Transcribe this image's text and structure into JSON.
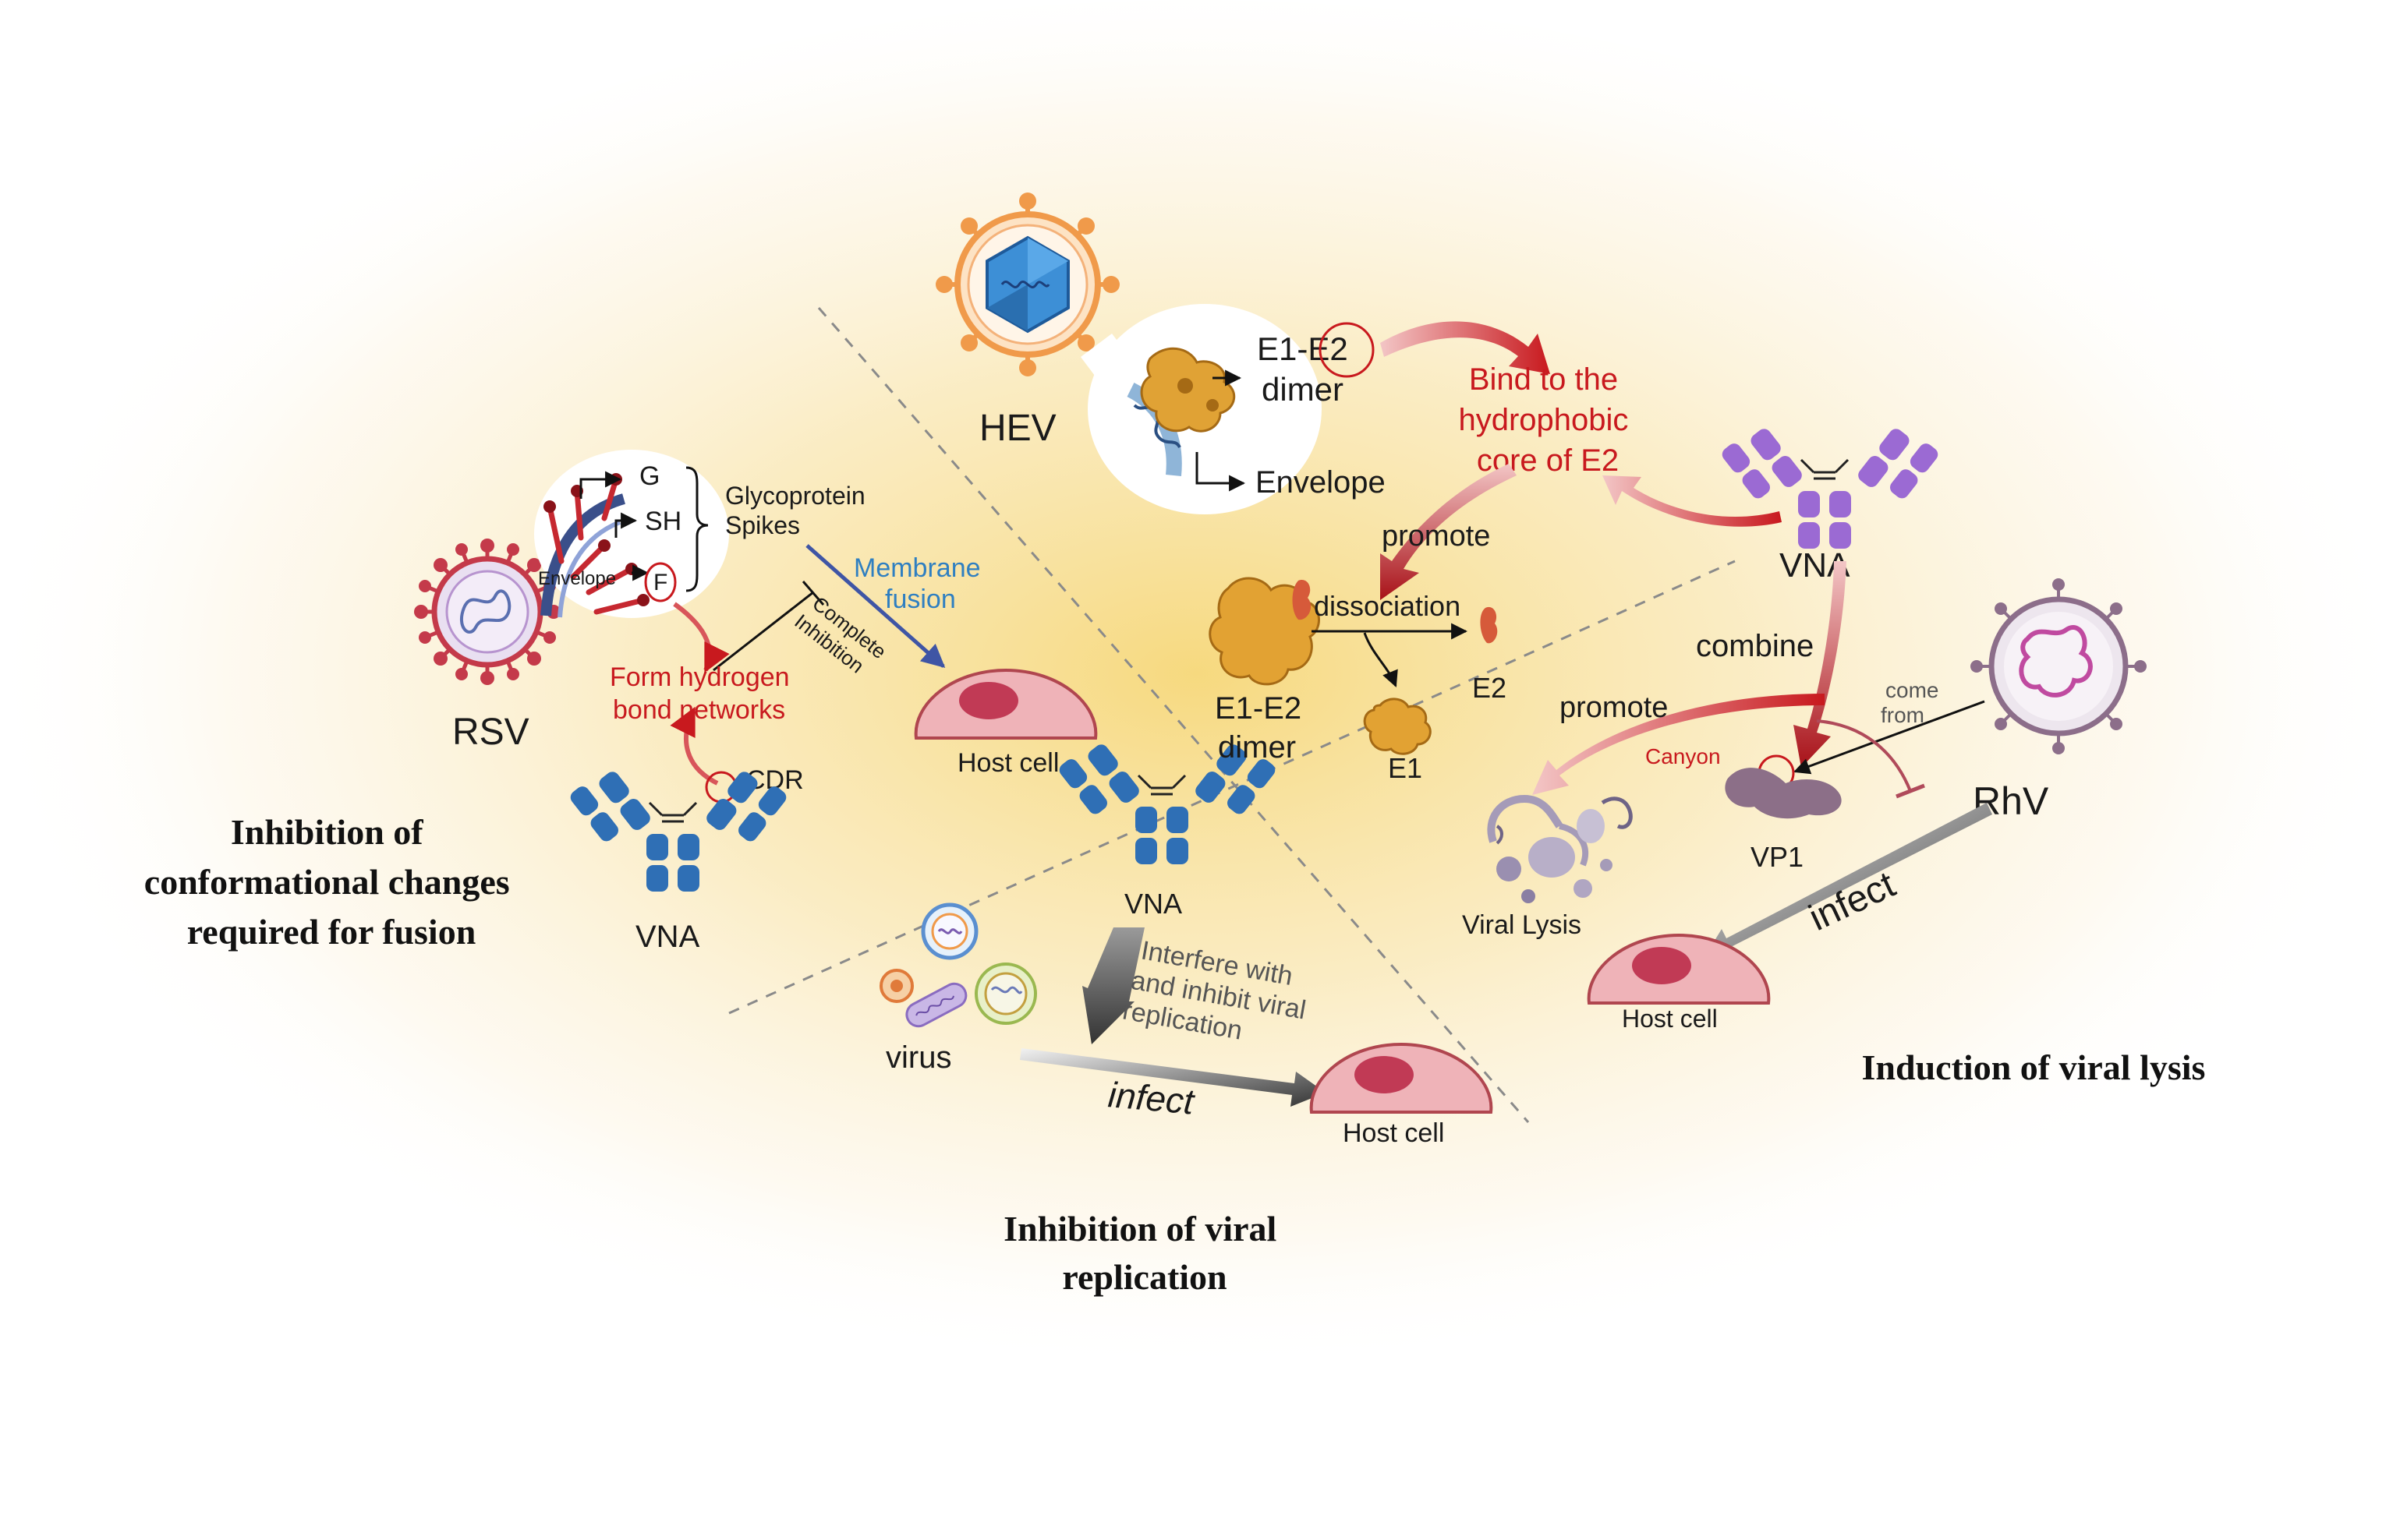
{
  "sections": {
    "fusion": {
      "title_lines": [
        "Inhibition of",
        "conformational changes",
        "required for fusion"
      ],
      "virus_label": "RSV",
      "proteins": {
        "g": "G",
        "sh": "SH",
        "f": "F",
        "envelope": "Envelope"
      },
      "glycoprotein_lines": [
        "Glycoprotein",
        "Spikes"
      ],
      "membrane_fusion_lines": [
        "Membrane",
        "fusion"
      ],
      "complete_inhibition_lines": [
        "Complete",
        "Inhibition"
      ],
      "hydrogen_lines": [
        "Form hydrogen",
        "bond networks"
      ],
      "cdr": "CDR",
      "vna": "VNA",
      "host_cell": "Host cell"
    },
    "replication": {
      "title_lines": [
        "Inhibition of viral",
        "replication"
      ],
      "vna": "VNA",
      "interfere_lines": [
        "Interfere with",
        "and inhibit viral",
        "replication"
      ],
      "virus": "virus",
      "infect": "infect",
      "host_cell": "Host cell"
    },
    "hev": {
      "virus_label": "HEV",
      "dimer_top_lines": [
        "E1-E2",
        "dimer"
      ],
      "envelope": "Envelope",
      "bind_lines": [
        "Bind to the",
        "hydrophobic",
        "core of E2"
      ],
      "promote": "promote",
      "dissociation": "dissociation",
      "dimer_bottom_lines": [
        "E1-E2",
        "dimer"
      ],
      "e1": "E1",
      "e2": "E2",
      "vna": "VNA"
    },
    "lysis": {
      "title": "Induction of viral lysis",
      "combine": "combine",
      "promote": "promote",
      "canyon": "Canyon",
      "come_from_lines": [
        "come",
        "from"
      ],
      "vp1": "VP1",
      "virus_label": "RhV",
      "viral_lysis": "Viral Lysis",
      "infect": "infect",
      "host_cell": "Host cell"
    }
  },
  "colors": {
    "glow": "#f8dc8a",
    "accent_red": "#c8191e",
    "antibody_blue": "#2f6fb5",
    "antibody_purple": "#9b6ad3",
    "cell_pink": "#efb3b8",
    "nucleus": "#c13a55",
    "fusion_blue": "#2f7fc1",
    "hev_orange": "#f09a4a",
    "rsv_red": "#c43a4a",
    "rhv_magenta": "#c04aa0"
  },
  "icons": [
    "rsv-virus-icon",
    "hev-virus-icon",
    "rhv-virus-icon",
    "antibody-icon",
    "host-cell-icon",
    "e1-e2-dimer-icon",
    "viral-lysis-icon",
    "vp1-protein-icon"
  ]
}
